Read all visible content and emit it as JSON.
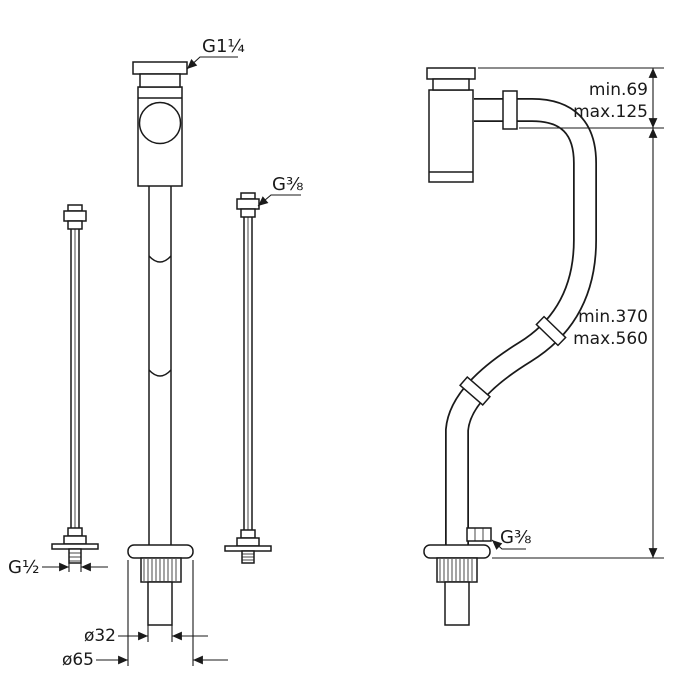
{
  "colors": {
    "line": "#1a1a1a",
    "background": "#ffffff"
  },
  "front_view": {
    "cap_thread": "G1¼",
    "hose_thread": "G⅜",
    "supply_thread": "G½",
    "tailpipe_diameter": "ø32",
    "flange_diameter": "ø65"
  },
  "side_view": {
    "trap_offset_min": "min.69",
    "trap_offset_max": "max.125",
    "installation_height_min": "min.370",
    "installation_height_max": "max.560",
    "outlet_thread": "G⅜"
  }
}
